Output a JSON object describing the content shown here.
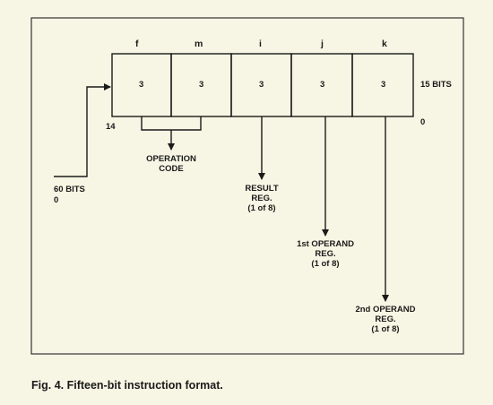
{
  "fields": [
    {
      "letter": "f",
      "bits": "3"
    },
    {
      "letter": "m",
      "bits": "3"
    },
    {
      "letter": "i",
      "bits": "3"
    },
    {
      "letter": "j",
      "bits": "3"
    },
    {
      "letter": "k",
      "bits": "3"
    }
  ],
  "labels": {
    "width": "15 BITS",
    "bit_high": "14",
    "bit_low": "0",
    "word_size_line1": "60 BITS",
    "word_size_line2": "0",
    "operation_code_line1": "OPERATION",
    "operation_code_line2": "CODE",
    "result_line1": "RESULT",
    "result_line2": "REG.",
    "result_line3": "(1 of 8)",
    "op1_line1": "1st OPERAND",
    "op1_line2": "REG.",
    "op1_line3": "(1 of 8)",
    "op2_line1": "2nd OPERAND",
    "op2_line2": "REG.",
    "op2_line3": "(1 of 8)"
  },
  "caption": "Fig. 4. Fifteen-bit instruction format.",
  "colors": {
    "background": "#f7f6e4",
    "ink": "#1a1a1a"
  }
}
